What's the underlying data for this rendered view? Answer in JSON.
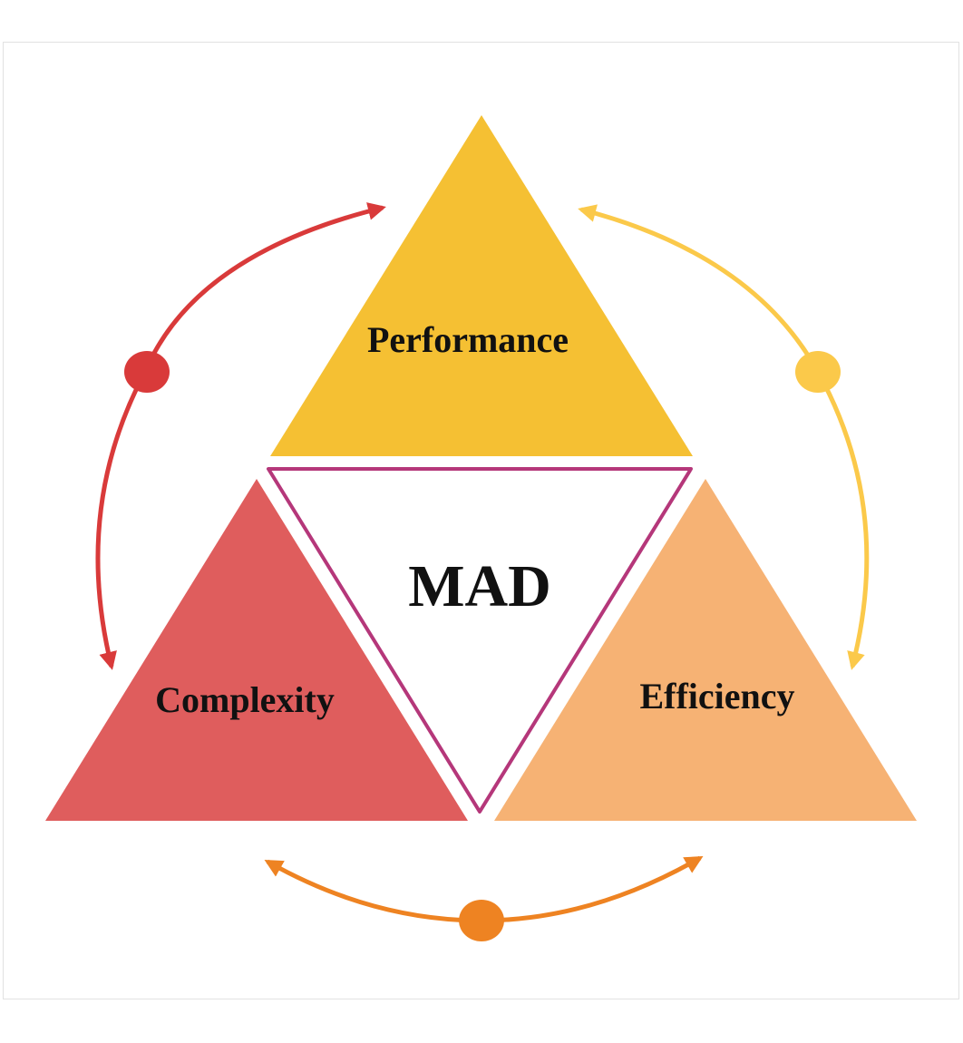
{
  "center": {
    "label": "MAD",
    "outline_color": "#B5377A"
  },
  "triangles": {
    "top": {
      "label": "Performance",
      "color": "#F5C033"
    },
    "left": {
      "label": "Complexity",
      "color": "#DF5D5D"
    },
    "right": {
      "label": "Efficiency",
      "color": "#F6B274"
    }
  },
  "connectors": {
    "left_arc": {
      "color": "#D93A3A"
    },
    "right_arc": {
      "color": "#FBC94A"
    },
    "bottom_arc": {
      "color": "#EE8322"
    }
  }
}
